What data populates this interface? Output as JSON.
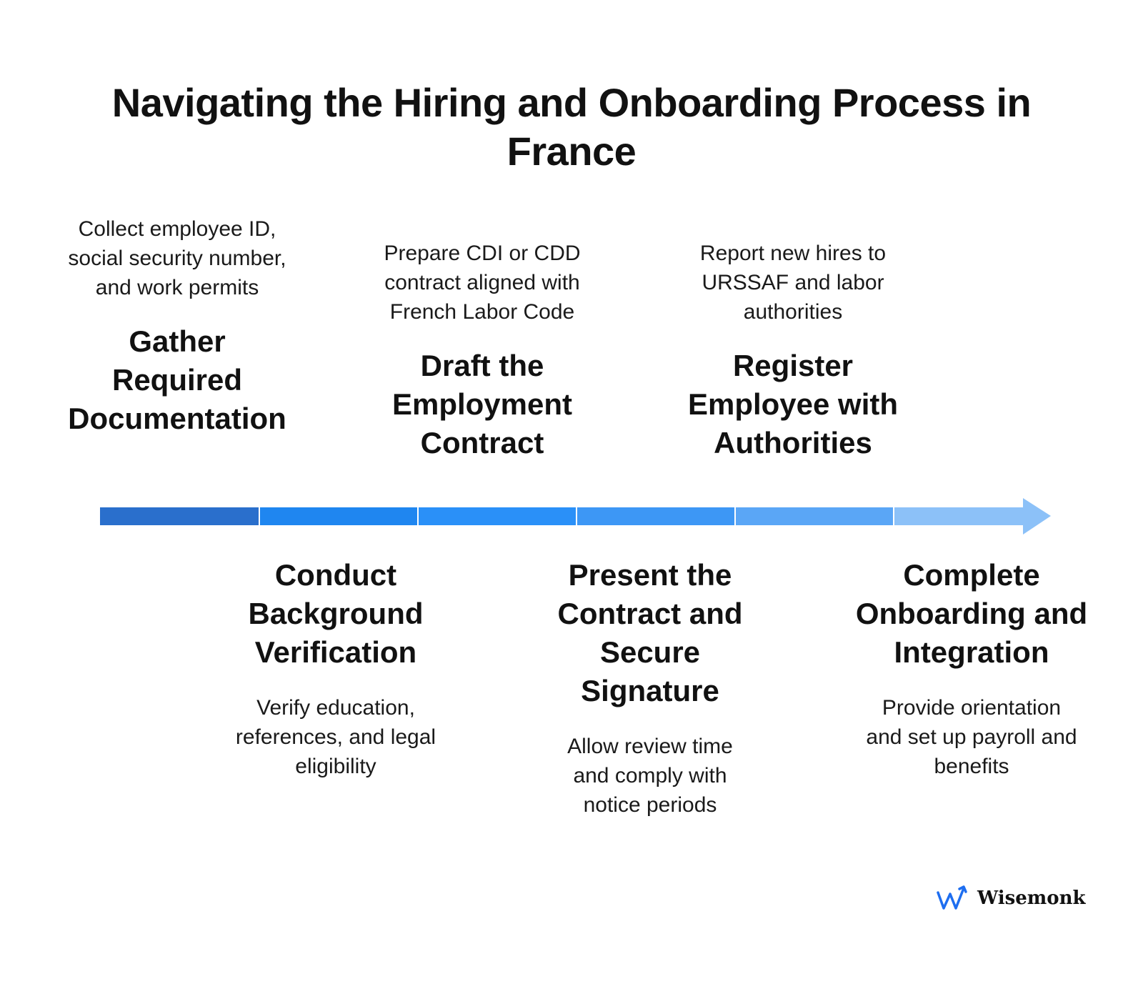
{
  "title": "Navigating the Hiring and Onboarding Process in France",
  "steps": [
    {
      "title": "Gather Required Documentation",
      "description": "Collect employee ID, social security number, and work permits"
    },
    {
      "title": "Conduct Background Verification",
      "description": "Verify education, references, and legal eligibility"
    },
    {
      "title": "Draft the Employment Contract",
      "description": "Prepare CDI or CDD contract aligned with French Labor Code"
    },
    {
      "title": "Present the Contract and Secure Signature",
      "description": "Allow review time and comply with notice periods"
    },
    {
      "title": "Register Employee with Authorities",
      "description": "Report new hires to URSSAF and labor authorities"
    },
    {
      "title": "Complete Onboarding and Integration",
      "description": "Provide orientation and set up payroll and benefits"
    }
  ],
  "timeline_colors": [
    "#2a6fcc",
    "#1f86f0",
    "#2a90f8",
    "#3d97f5",
    "#5aa6f6",
    "#8cc1f8"
  ],
  "brand": {
    "name": "Wisemonk",
    "icon": "wisemonk-logo-icon",
    "icon_color": "#1e6ef0"
  }
}
